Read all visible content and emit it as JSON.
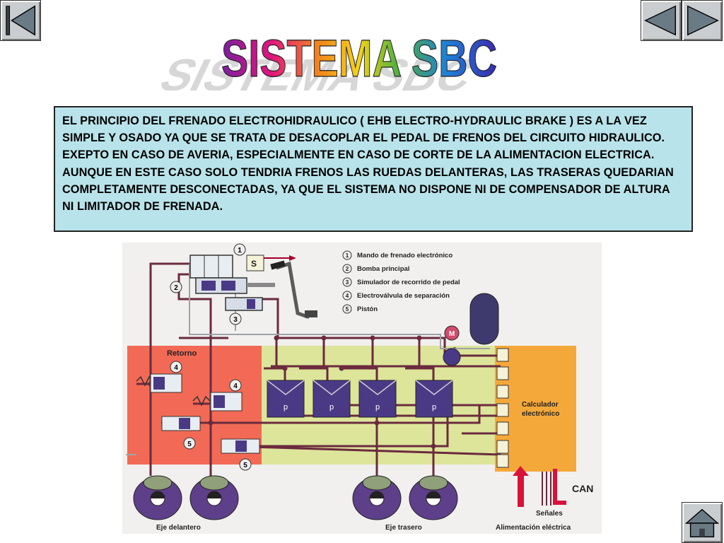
{
  "title": "SISTEMA SBC",
  "description": "EL PRINCIPIO DEL FRENADO ELECTROHIDRAULICO ( EHB ELECTRO-HYDRAULIC BRAKE ) ES A LA VEZ SIMPLE Y OSADO YA QUE SE TRATA DE DESACOPLAR EL PEDAL DE FRENOS DEL CIRCUITO HIDRAULICO. EXEPTO EN CASO DE AVERIA, ESPECIALMENTE EN CASO DE CORTE DE LA ALIMENTACION ELECTRICA. AUNQUE EN ESTE CASO SOLO TENDRIA FRENOS LAS RUEDAS DELANTERAS, LAS TRASERAS QUEDARIAN COMPLETAMENTE DESCONECTADAS, YA QUE EL SISTEMA NO DISPONE NI DE COMPENSADOR DE ALTURA NI LIMITADOR DE FRENADA.",
  "diagram": {
    "legend": [
      {
        "num": "1",
        "label": "Mando de frenado electrónico"
      },
      {
        "num": "2",
        "label": "Bomba principal"
      },
      {
        "num": "3",
        "label": "Simulador de recorrido de pedal"
      },
      {
        "num": "4",
        "label": "Electroválvula de separación"
      },
      {
        "num": "5",
        "label": "Pistón"
      }
    ],
    "callouts": {
      "c1": "1",
      "c2": "2",
      "c3": "3",
      "c4a": "4",
      "c4b": "4",
      "c5a": "5",
      "c5b": "5"
    },
    "retorno": "Retorno",
    "ecu_line1": "Calculador",
    "ecu_line2": "electrónico",
    "motor": "M",
    "sensor_s": "S",
    "pump_label": "p",
    "can": "CAN",
    "senales": "Señales",
    "eje_delantero": "Eje delantero",
    "eje_trasero": "Eje trasero",
    "alimentacion": "Alimentación eléctrica"
  },
  "colors": {
    "title_gradient": [
      "#7a1fa2",
      "#e0157e",
      "#f28a1a",
      "#f5d21a",
      "#4fb23a",
      "#1e7fd8",
      "#3a2ab0"
    ],
    "box_bg": "#b9e3ea",
    "retorno_zone": "#f26a55",
    "middle_zone": "#dde59a",
    "ecu_zone": "#f5a83a",
    "pipe": "#6b2a3e",
    "component": "#4a3a86"
  },
  "icons": {
    "first": "first-slide-icon",
    "prev": "prev-slide-icon",
    "next": "next-slide-icon",
    "home": "home-icon"
  }
}
